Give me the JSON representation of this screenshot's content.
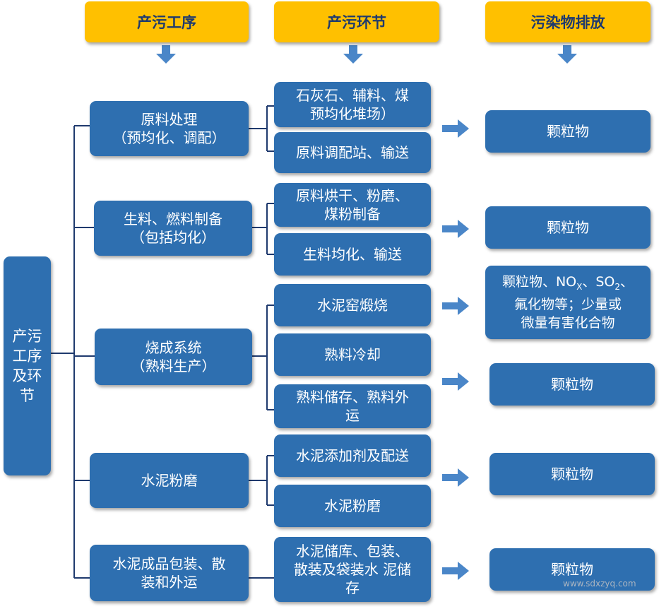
{
  "headers": {
    "process": "产污工序",
    "stage": "产污环节",
    "emission": "污染物排放"
  },
  "root": {
    "label": "产污工序及环节"
  },
  "processes": [
    {
      "line1": "原料处理",
      "line2": "（预均化、调配）"
    },
    {
      "line1": "生料、燃料制备",
      "line2": "（包括均化）"
    },
    {
      "line1": "烧成系统",
      "line2": "（熟料生产）"
    },
    {
      "line1": "水泥粉磨",
      "line2": ""
    },
    {
      "line1": "水泥成品包装、散",
      "line2": "装和外运"
    }
  ],
  "stages": [
    {
      "line1": "石灰石、辅料、煤",
      "line2": "预均化堆场）"
    },
    {
      "line1": "原料调配站、输送",
      "line2": ""
    },
    {
      "line1": "原料烘干、粉磨、",
      "line2": "煤粉制备"
    },
    {
      "line1": "生料均化、输送",
      "line2": ""
    },
    {
      "line1": "水泥窑煅烧",
      "line2": ""
    },
    {
      "line1": "熟料冷却",
      "line2": ""
    },
    {
      "line1": "熟料储存、熟料外",
      "line2": "运"
    },
    {
      "line1": "水泥添加剂及配送",
      "line2": ""
    },
    {
      "line1": "水泥粉磨",
      "line2": ""
    },
    {
      "line1": "水泥储库、包装、",
      "line2": "散装及袋装水 泥储",
      "line3": "存"
    }
  ],
  "emissions": [
    {
      "line1": "颗粒物"
    },
    {
      "line1": "颗粒物"
    },
    {
      "line1a": "颗粒物、NO",
      "sub1": "X",
      "line1b": "、SO",
      "sub2": "2",
      "line1c": "、",
      "line2": "氟化物等；少量或",
      "line3": "微量有害化合物"
    },
    {
      "line1": "颗粒物"
    },
    {
      "line1": "颗粒物"
    },
    {
      "line1": "颗粒物"
    }
  ],
  "watermark": "www.sdxzyq.com",
  "colors": {
    "box": "#2e6fb0",
    "header": "#ffc000",
    "header_text": "#1f3a6e",
    "line": "#1f3a6e",
    "arrow": "#4a86c8"
  }
}
